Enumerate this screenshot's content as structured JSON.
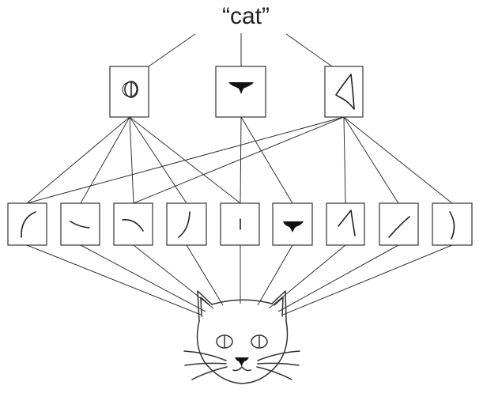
{
  "output_label": "“cat”",
  "high_level_features": [
    {
      "id": "eye",
      "icon": "eye-icon"
    },
    {
      "id": "nose",
      "icon": "nose-icon"
    },
    {
      "id": "ear",
      "icon": "ear-icon"
    }
  ],
  "low_level_features": [
    {
      "id": "curve-up-left",
      "icon": "curve-stroke-icon"
    },
    {
      "id": "curve-down",
      "icon": "curve-stroke-icon"
    },
    {
      "id": "arc-top",
      "icon": "arc-stroke-icon"
    },
    {
      "id": "curve-right",
      "icon": "curve-stroke-icon"
    },
    {
      "id": "vertical-bar",
      "icon": "pupil-stroke-icon"
    },
    {
      "id": "nose-shape",
      "icon": "nose-shape-icon"
    },
    {
      "id": "ear-tip",
      "icon": "ear-tip-icon"
    },
    {
      "id": "diagonal",
      "icon": "diagonal-stroke-icon"
    },
    {
      "id": "right-arc",
      "icon": "right-arc-stroke-icon"
    }
  ],
  "connections": {
    "low_to_high": [
      [
        0,
        0
      ],
      [
        1,
        0
      ],
      [
        2,
        0
      ],
      [
        3,
        0
      ],
      [
        4,
        0
      ],
      [
        4,
        1
      ],
      [
        5,
        1
      ],
      [
        0,
        2
      ],
      [
        2,
        2
      ],
      [
        6,
        2
      ],
      [
        7,
        2
      ],
      [
        8,
        2
      ]
    ]
  },
  "input_image": {
    "subject": "cat-face",
    "icon": "cat-face-icon"
  }
}
